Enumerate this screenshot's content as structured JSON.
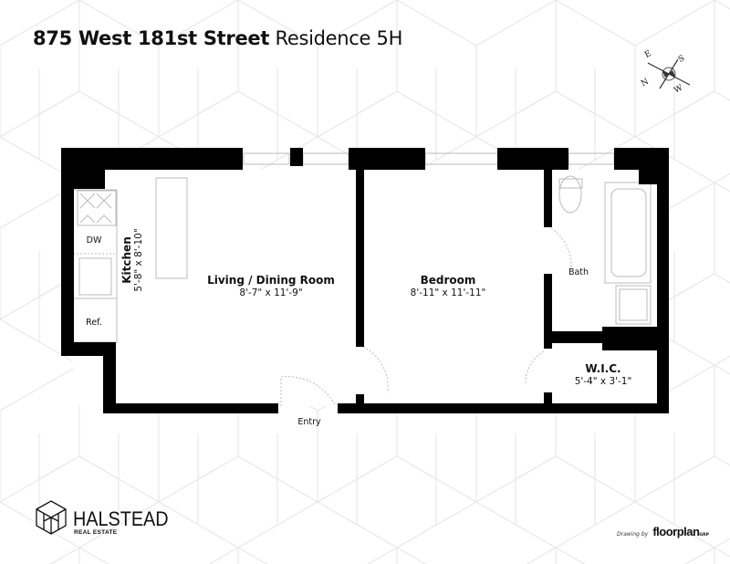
{
  "header": {
    "title_bold": "875 West 181st Street",
    "title_regular": "Residence 5H"
  },
  "compass": {
    "n": "N",
    "e": "E",
    "s": "S",
    "w": "W"
  },
  "rooms": {
    "kitchen": {
      "name": "Kitchen",
      "dims": "5'-8\" x 8'-10\""
    },
    "living": {
      "name": "Living / Dining Room",
      "dims": "8'-7\" x 11'-9\""
    },
    "bedroom": {
      "name": "Bedroom",
      "dims": "8'-11\" x 11'-11\""
    },
    "wic": {
      "name": "W.I.C.",
      "dims": "5'-4\" x 3'-1\""
    },
    "bath": {
      "name": "Bath"
    }
  },
  "fixtures": {
    "dw": "DW",
    "ref": "Ref.",
    "entry": "Entry"
  },
  "footer": {
    "brand": "HALSTEAD",
    "brand_sub": "REAL ESTATE",
    "credit_prefix": "Drawing by",
    "credit_brand": "floorplan",
    "credit_suffix": "GRP"
  },
  "colors": {
    "wall": "#000000",
    "pattern": "#e6e6e6",
    "fixture": "#bbbbbb"
  }
}
